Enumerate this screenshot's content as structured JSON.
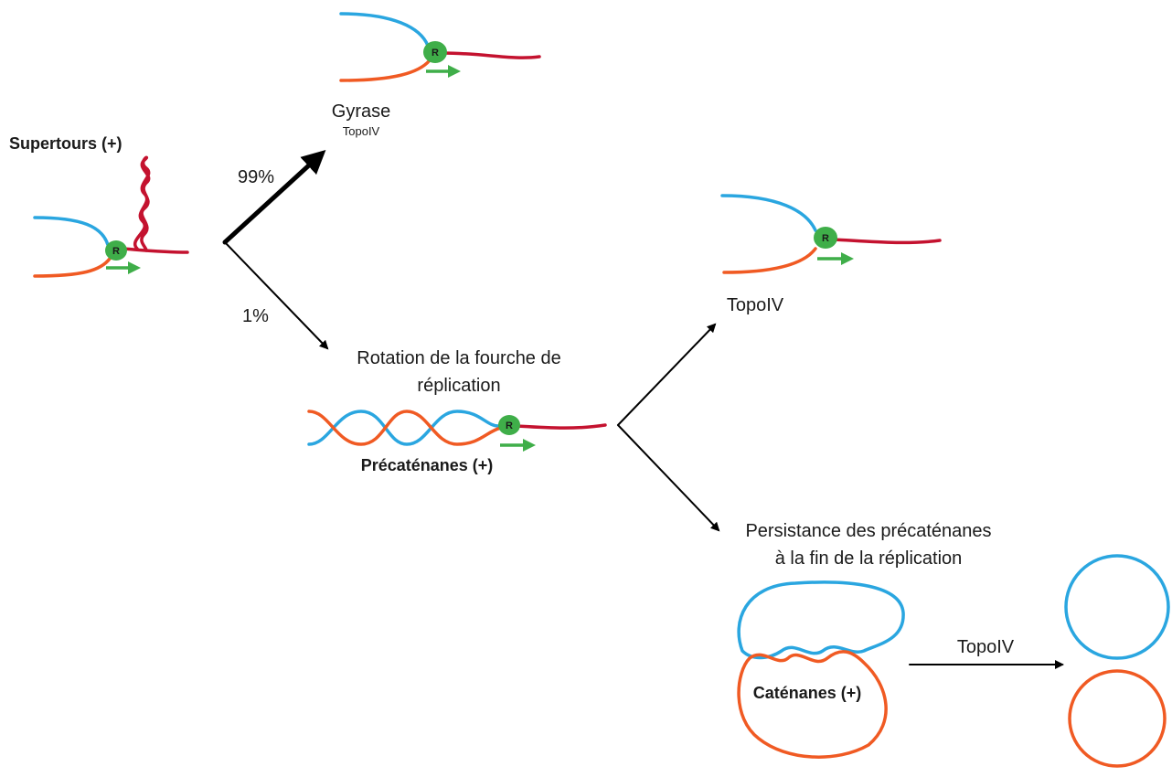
{
  "colors": {
    "blue_strand": "#2aa6e0",
    "orange_strand": "#f05a23",
    "red_strand": "#c4122f",
    "replisome": "#3fae49",
    "progress_arrow": "#3fae49",
    "arrow": "#000000"
  },
  "labels": {
    "supertours": "Supertours (+)",
    "pct_99": "99%",
    "pct_1": "1%",
    "gyrase": "Gyrase",
    "gyrase_sub": "TopoIV",
    "rotation_line1": "Rotation de la fourche de",
    "rotation_line2": "réplication",
    "precatenanes": "Précaténanes (+)",
    "topo_iv_upper": "TopoIV",
    "persistance_line1": "Persistance des précaténanes",
    "persistance_line2": "à la fin de la réplication",
    "catenanes": "Caténanes (+)",
    "topo_iv_final": "TopoIV",
    "replisome": "R"
  }
}
